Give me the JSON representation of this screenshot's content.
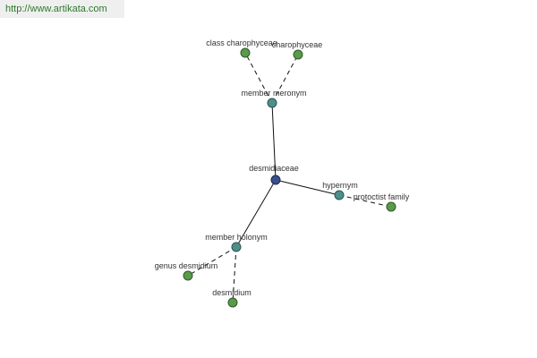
{
  "watermark": "http://www.artikata.com",
  "graph": {
    "center": "desmidiaceae",
    "relations": {
      "meronym": "member meronym",
      "hypernym": "hypernym",
      "holonym": "member holonym"
    },
    "leaves": {
      "class_charophyceae": "class charophyceae",
      "charophyceae": "charophyceae",
      "protoctist_family": "protoctist family",
      "genus_desmidium": "genus desmidium",
      "desmidium": "desmidium"
    },
    "colors": {
      "center_node": "#3b4f8c",
      "relation_node": "#4f8f8a",
      "leaf_node": "#5a9a4a"
    }
  }
}
